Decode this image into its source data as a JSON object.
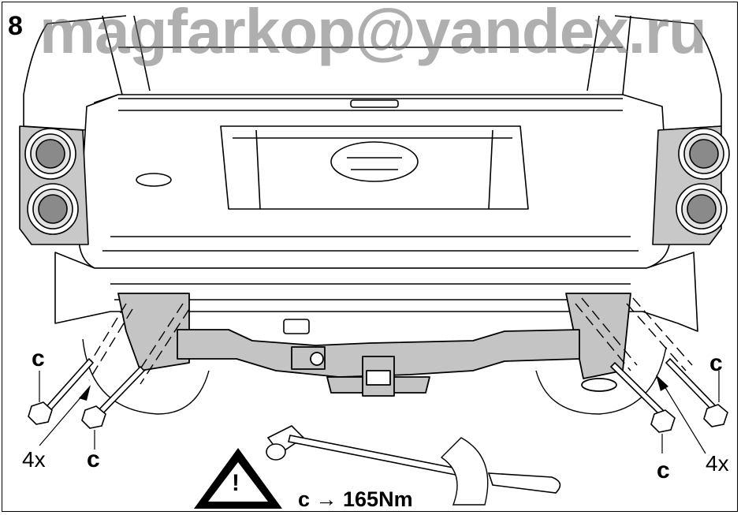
{
  "step_number": "8",
  "watermark": "magfarkop@yandex.ru",
  "bolt_label": "c",
  "bolt_count": "4x",
  "torque_spec": "c → 165Nm",
  "warning_symbol": "!",
  "colors": {
    "body_fill": "#ffffff",
    "line": "#000000",
    "lamp_fill": "#c8c8c8",
    "hitch_fill": "#c4c4c4",
    "watermark": "#6e6e6e"
  },
  "icons": [
    "warning-triangle-icon",
    "torque-wrench-icon",
    "bolt-icon",
    "arrow-icon"
  ]
}
